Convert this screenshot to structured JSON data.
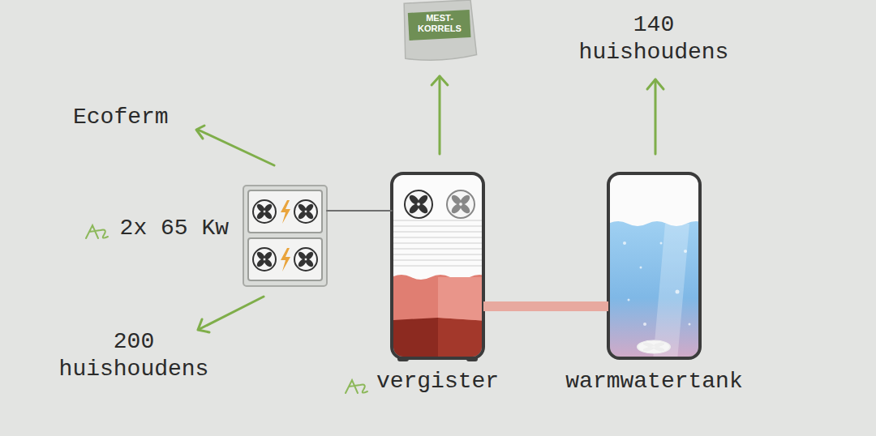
{
  "diagram": {
    "nodes": [
      {
        "text": [
          "MEST- KORRELS"
        ]
      },
      {
        "text": [
          "2x 65 Kw"
        ]
      },
      {
        "text": [
          "vergister"
        ]
      },
      {
        "text": [
          "warmwatertank"
        ]
      }
    ],
    "edges": [
      {
        "from": 2,
        "to": 0,
        "arrow": "to"
      },
      {
        "from": 1,
        "to": 2,
        "arrow": "none"
      },
      {
        "from": 2,
        "to": 3,
        "arrow": "none"
      }
    ],
    "labels": [
      "Ecoferm",
      "140 huishoudens",
      "200 huishoudens"
    ]
  }
}
